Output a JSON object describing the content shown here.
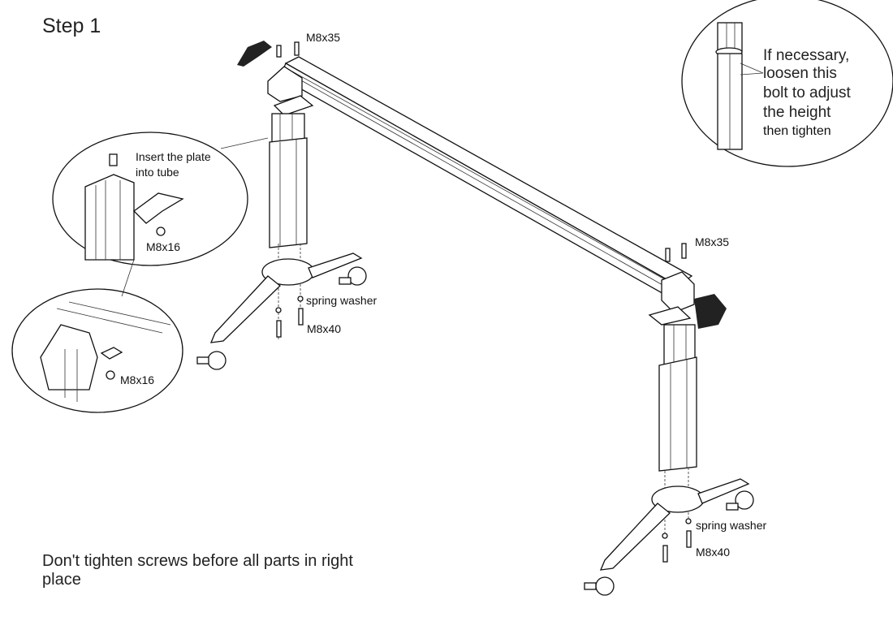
{
  "title": "Step 1",
  "note": "Don't tighten screws before all parts in right place",
  "labels": {
    "top_left_bolt": "M8x35",
    "right_bolt": "M8x35",
    "left_spring_washer": "spring washer",
    "left_bottom_bolt": "M8x40",
    "right_spring_washer": "spring washer",
    "right_bottom_bolt": "M8x40",
    "detail1_line1": "Insert the plate",
    "detail1_line2": "into tube",
    "detail1_bolt": "M8x16",
    "detail2_bolt": "M8x16"
  },
  "height_detail": {
    "line1": "If necessary,",
    "line2": "loosen this",
    "line3": "bolt to adjust",
    "line4": "the height",
    "line5": "then tighten"
  }
}
